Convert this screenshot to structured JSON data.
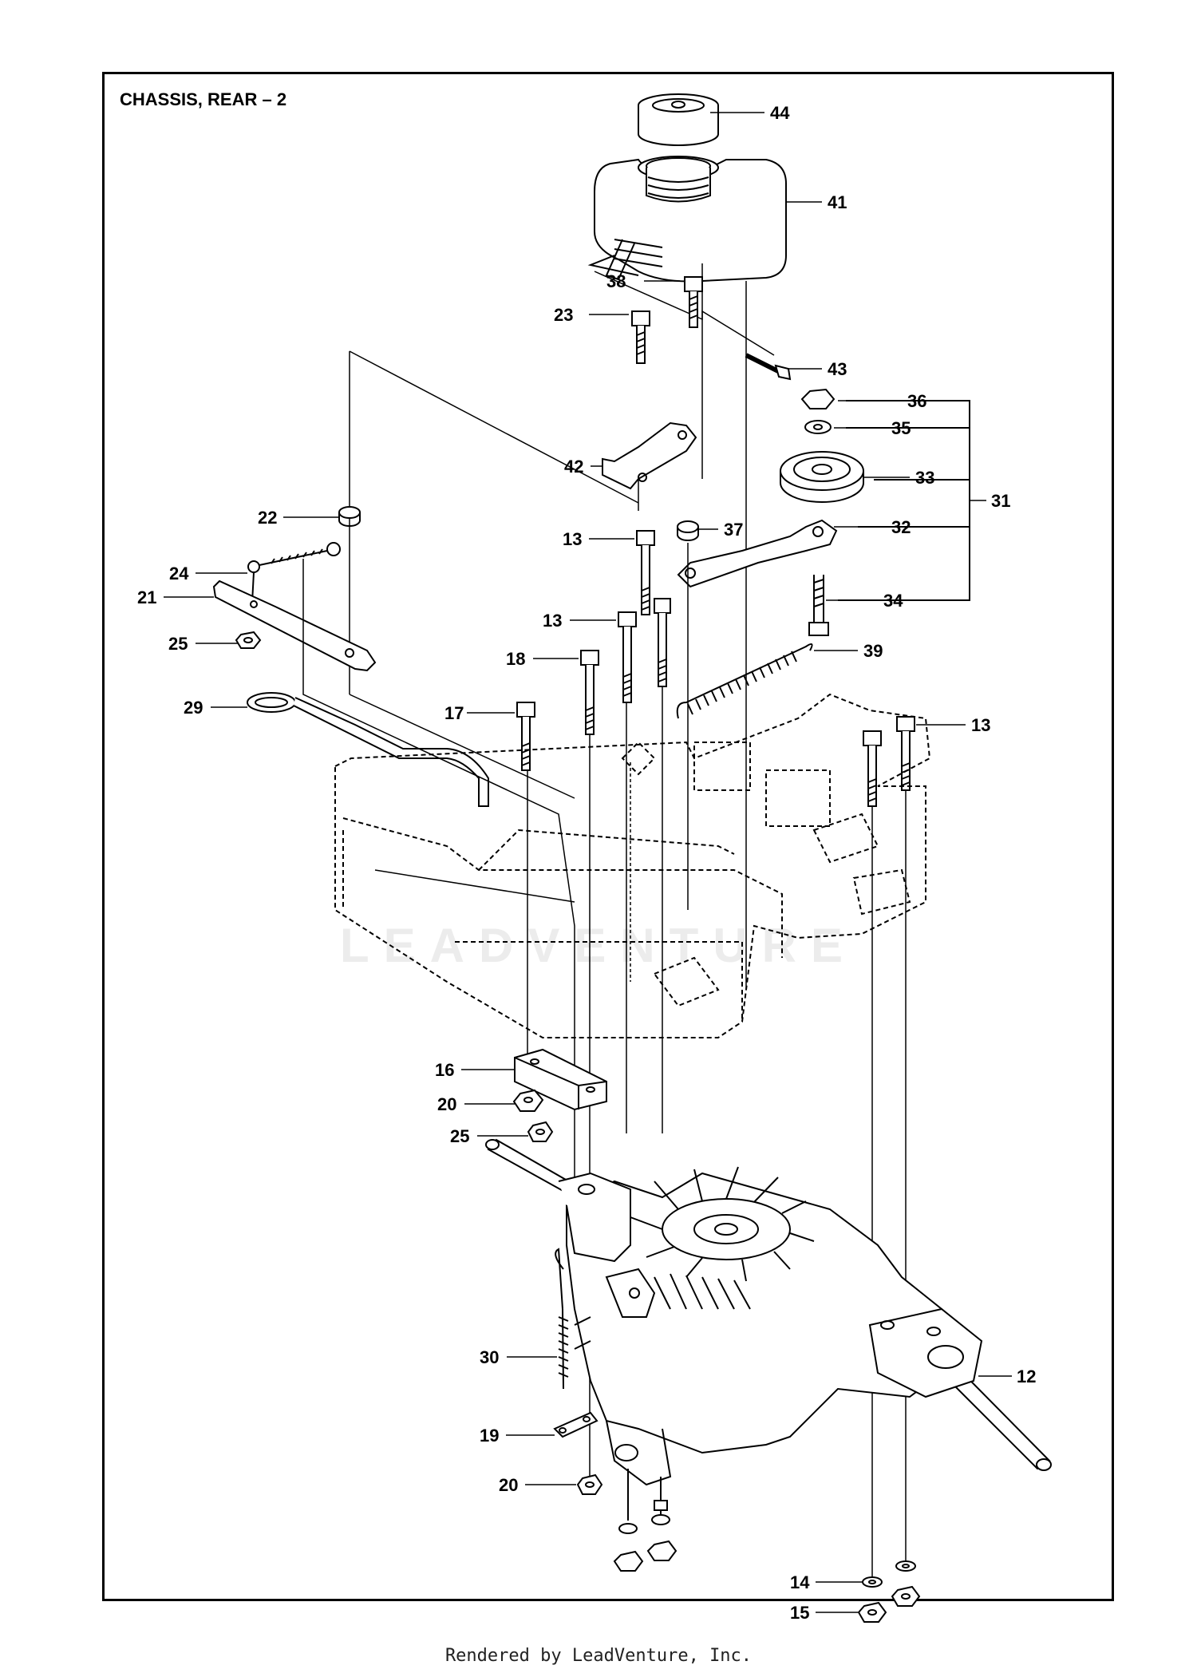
{
  "title": "CHASSIS, REAR – 2",
  "watermark": "LEADVENTURE",
  "footer": "Rendered by LeadVenture, Inc.",
  "callouts": [
    {
      "id": "c44",
      "label": "44"
    },
    {
      "id": "c41",
      "label": "41"
    },
    {
      "id": "c43",
      "label": "43"
    },
    {
      "id": "c38",
      "label": "38"
    },
    {
      "id": "c23",
      "label": "23"
    },
    {
      "id": "c42",
      "label": "42"
    },
    {
      "id": "c36",
      "label": "36"
    },
    {
      "id": "c35",
      "label": "35"
    },
    {
      "id": "c33",
      "label": "33"
    },
    {
      "id": "c31",
      "label": "31"
    },
    {
      "id": "c32",
      "label": "32"
    },
    {
      "id": "c22",
      "label": "22"
    },
    {
      "id": "c37",
      "label": "37"
    },
    {
      "id": "c13a",
      "label": "13"
    },
    {
      "id": "c24",
      "label": "24"
    },
    {
      "id": "c21",
      "label": "21"
    },
    {
      "id": "c34",
      "label": "34"
    },
    {
      "id": "c25a",
      "label": "25"
    },
    {
      "id": "c13b",
      "label": "13"
    },
    {
      "id": "c18",
      "label": "18"
    },
    {
      "id": "c39",
      "label": "39"
    },
    {
      "id": "c29",
      "label": "29"
    },
    {
      "id": "c17",
      "label": "17"
    },
    {
      "id": "c13c",
      "label": "13"
    },
    {
      "id": "c16",
      "label": "16"
    },
    {
      "id": "c20a",
      "label": "20"
    },
    {
      "id": "c25b",
      "label": "25"
    },
    {
      "id": "c30",
      "label": "30"
    },
    {
      "id": "c12",
      "label": "12"
    },
    {
      "id": "c19",
      "label": "19"
    },
    {
      "id": "c20b",
      "label": "20"
    },
    {
      "id": "c14",
      "label": "14"
    },
    {
      "id": "c15",
      "label": "15"
    }
  ]
}
